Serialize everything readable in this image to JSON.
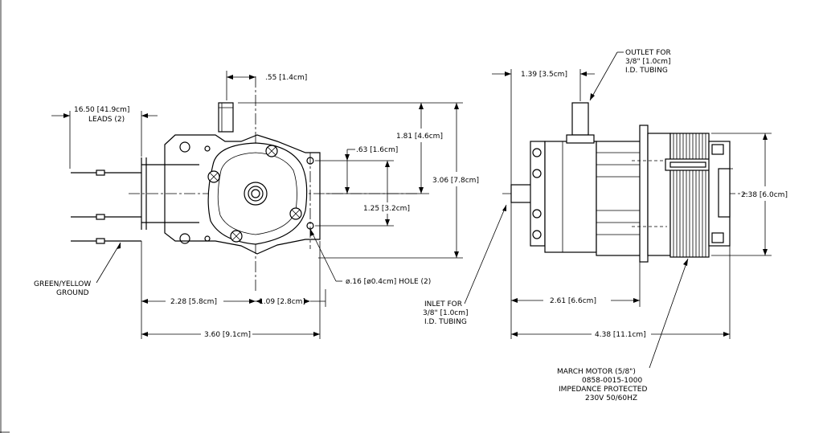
{
  "front_view": {
    "dim_outlet_offset": ".55 [1.4cm]",
    "dim_leads": "16.50 [41.9cm]",
    "leads_note": "LEADS (2)",
    "dim_outlet_height": "1.81 [4.6cm]",
    "dim_overall_height": "3.06 [7.8cm]",
    "dim_hole_offset": ".63 [1.6cm]",
    "dim_hole_spacing": "1.25 [3.2cm]",
    "ground_label_line1": "GREEN/YELLOW",
    "ground_label_line2": "GROUND",
    "hole_note": "ø.16 [ø0.4cm] HOLE (2)",
    "dim_lead_to_center": "2.28 [5.8cm]",
    "dim_center_to_hole": "1.09 [2.8cm]",
    "dim_overall_width": "3.60 [9.1cm]"
  },
  "side_view": {
    "dim_outlet_position": "1.39 [3.5cm]",
    "outlet_note_line1": "OUTLET FOR",
    "outlet_note_line2": "3/8\" [1.0cm]",
    "outlet_note_line3": "I.D. TUBING",
    "dim_motor_height": "2.38 [6.0cm]",
    "inlet_note_line1": "INLET FOR",
    "inlet_note_line2": "3/8\" [1.0cm]",
    "inlet_note_line3": "I.D. TUBING",
    "dim_pump_length": "2.61 [6.6cm]",
    "dim_overall_length": "4.38 [11.1cm]",
    "motor_note_line1": "MARCH MOTOR (5/8\")",
    "motor_note_line2": "0858-0015-1000",
    "motor_note_line3": "IMPEDANCE PROTECTED",
    "motor_note_line4": "230V 50/60HZ"
  }
}
